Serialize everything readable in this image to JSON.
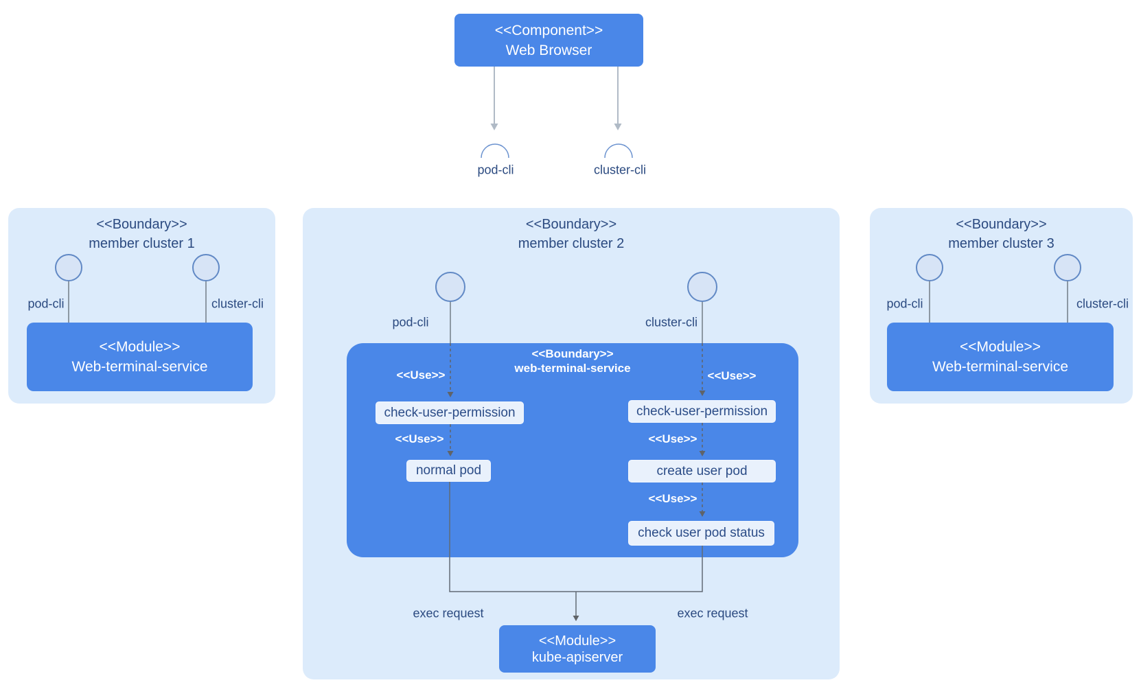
{
  "labels": {
    "use": "<<Use>>",
    "pod_cli": "pod-cli",
    "cluster_cli": "cluster-cli",
    "exec_request": "exec request"
  },
  "component": {
    "stereotype": "<<Component>>",
    "name": "Web Browser"
  },
  "clusters": {
    "cluster1": {
      "stereotype": "<<Boundary>>",
      "name": "member cluster 1",
      "module": {
        "stereotype": "<<Module>>",
        "name": "Web-terminal-service"
      }
    },
    "cluster2": {
      "stereotype": "<<Boundary>>",
      "name": "member cluster 2",
      "inner_boundary": {
        "stereotype": "<<Boundary>>",
        "name": "web-terminal-service"
      },
      "pod_flow": {
        "check": "check-user-permission",
        "normal_pod": "normal pod"
      },
      "cluster_flow": {
        "check": "check-user-permission",
        "create": "create user pod",
        "status": "check user pod status"
      },
      "kube": {
        "stereotype": "<<Module>>",
        "name": "kube-apiserver"
      }
    },
    "cluster3": {
      "stereotype": "<<Boundary>>",
      "name": "member cluster 3",
      "module": {
        "stereotype": "<<Module>>",
        "name": "Web-terminal-service"
      }
    }
  },
  "colors": {
    "node_blue": "#4a87e8",
    "boundary_bg": "#dcebfb",
    "step_box_bg": "#e9f1fc",
    "navy_text": "#2b4a80",
    "connector_gray": "#5f6368",
    "light_arrow_gray": "#b0bac6",
    "circle_fill": "#d7e4f6",
    "circle_stroke": "#6189c5"
  }
}
